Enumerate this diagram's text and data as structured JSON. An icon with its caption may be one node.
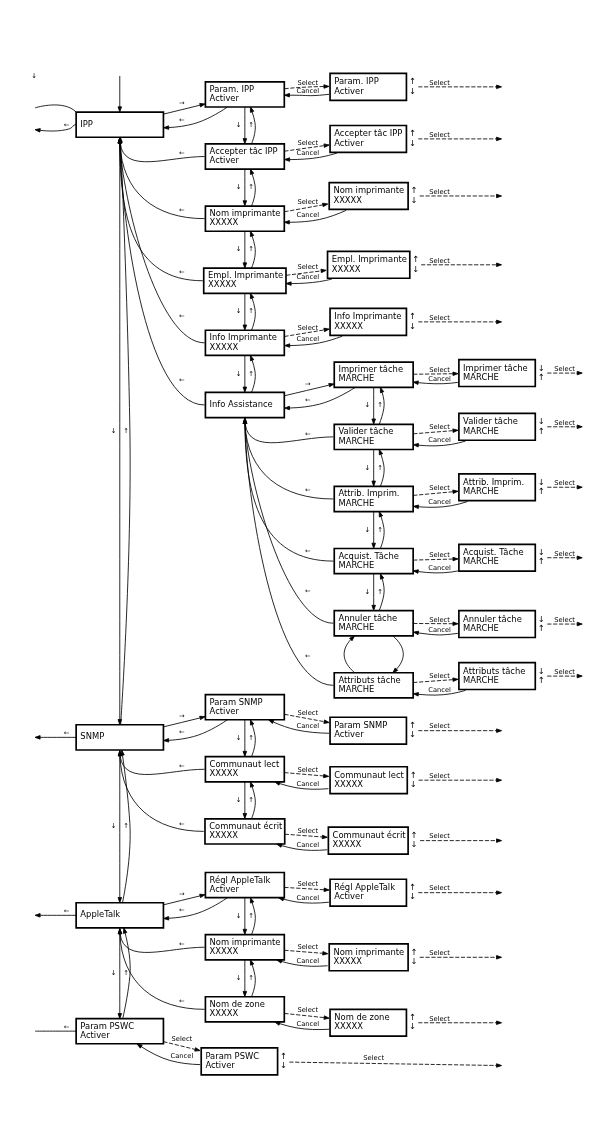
{
  "diagram": {
    "nodes": [
      {
        "text": [
          "IPP"
        ]
      },
      {
        "text": [
          "Param. IPP",
          "Activer"
        ]
      },
      {
        "text": [
          "Param. IPP",
          "Activer"
        ],
        "beside": [
          "↑",
          "↓"
        ]
      },
      {
        "text": [
          "Accepter tâc IPP",
          "Activer"
        ]
      },
      {
        "text": [
          "Accepter tâc IPP",
          "Activer"
        ],
        "beside": [
          "↑",
          "↓"
        ]
      },
      {
        "text": [
          "Nom imprimante",
          "XXXXX"
        ]
      },
      {
        "text": [
          "Nom imprimante",
          "XXXXX"
        ],
        "beside": [
          "↑",
          "↓"
        ]
      },
      {
        "text": [
          "Empl. Imprimante",
          "XXXXX"
        ]
      },
      {
        "text": [
          "Empl. Imprimante",
          "XXXXX"
        ],
        "beside": [
          "↑",
          "↓"
        ]
      },
      {
        "text": [
          "Info Imprimante",
          "XXXXX"
        ]
      },
      {
        "text": [
          "Info Imprimante",
          "XXXXX"
        ],
        "beside": [
          "↑",
          "↓"
        ]
      },
      {
        "text": [
          "Info Assistance"
        ]
      },
      {
        "text": [
          "Imprimer tâche",
          "MARCHE"
        ]
      },
      {
        "text": [
          "Imprimer tâche",
          "MARCHE"
        ],
        "beside": [
          "↓",
          "↑"
        ]
      },
      {
        "text": [
          "Valider tâche",
          "MARCHE"
        ]
      },
      {
        "text": [
          "Valider tâche",
          "MARCHE"
        ],
        "beside": [
          "↓",
          "↑"
        ]
      },
      {
        "text": [
          "Attrib. Imprim.",
          "MARCHE"
        ]
      },
      {
        "text": [
          "Attrib. Imprim.",
          "MARCHE"
        ],
        "beside": [
          "↓",
          "↑"
        ]
      },
      {
        "text": [
          "Acquist. Tâche",
          "MARCHE"
        ]
      },
      {
        "text": [
          "Acquist. Tâche",
          "MARCHE"
        ],
        "beside": [
          "↓",
          "↑"
        ]
      },
      {
        "text": [
          "Annuler tâche",
          "MARCHE"
        ]
      },
      {
        "text": [
          "Annuler tâche",
          "MARCHE"
        ],
        "beside": [
          "↓",
          "↑"
        ]
      },
      {
        "text": [
          "Attributs tâche",
          "MARCHE"
        ]
      },
      {
        "text": [
          "Attributs tâche",
          "MARCHE"
        ],
        "beside": [
          "↓",
          "↑"
        ]
      },
      {
        "text": [
          "SNMP"
        ]
      },
      {
        "text": [
          "Param SNMP",
          "Activer"
        ]
      },
      {
        "text": [
          "Param SNMP",
          "Activer"
        ],
        "beside": [
          "↑",
          "↓"
        ]
      },
      {
        "text": [
          "Communaut lect",
          "XXXXX"
        ]
      },
      {
        "text": [
          "Communaut lect",
          "XXXXX"
        ],
        "beside": [
          "↑",
          "↓"
        ]
      },
      {
        "text": [
          "Communaut écrit",
          "XXXXX"
        ]
      },
      {
        "text": [
          "Communaut écrit",
          "XXXXX"
        ],
        "beside": [
          "↑",
          "↓"
        ]
      },
      {
        "text": [
          "AppleTalk"
        ]
      },
      {
        "text": [
          "Régl AppleTalk",
          "Activer"
        ]
      },
      {
        "text": [
          "Régl AppleTalk",
          "Activer"
        ],
        "beside": [
          "↑",
          "↓"
        ]
      },
      {
        "text": [
          "Nom imprimante",
          "XXXXX"
        ]
      },
      {
        "text": [
          "Nom imprimante",
          "XXXXX"
        ],
        "beside": [
          "↑",
          "↓"
        ]
      },
      {
        "text": [
          "Nom de zone",
          "XXXXX"
        ]
      },
      {
        "text": [
          "Nom de zone",
          "XXXXX"
        ],
        "beside": [
          "↑",
          "↓"
        ]
      },
      {
        "text": [
          "Param PSWC",
          "Activer"
        ]
      },
      {
        "text": [
          "Param PSWC",
          "Activer"
        ],
        "beside": [
          "↑",
          "↓"
        ]
      }
    ],
    "edges": [
      {
        "from": 0,
        "to": null,
        "arrow": "none"
      },
      {
        "from": 0,
        "to": null,
        "arrow": "to",
        "label": "←"
      },
      {
        "from": null,
        "to": 0,
        "arrow": "to"
      },
      {
        "from": 0,
        "to": 1,
        "arrow": "to",
        "label": "→"
      },
      {
        "from": 1,
        "to": 0,
        "arrow": "to",
        "label": "←"
      },
      {
        "from": 1,
        "to": 2,
        "arrow": "to",
        "label": "Select",
        "style": "dashed"
      },
      {
        "from": 2,
        "to": 1,
        "arrow": "to",
        "label": "Cancel"
      },
      {
        "from": 2,
        "to": null,
        "arrow": "to",
        "label": "Select",
        "style": "dashed"
      },
      {
        "from": 1,
        "to": 3,
        "arrow": "to",
        "label": "↓"
      },
      {
        "from": 3,
        "to": 1,
        "arrow": "to",
        "label": "↑"
      },
      {
        "from": 3,
        "to": 0,
        "arrow": "to",
        "label": "←"
      },
      {
        "from": 3,
        "to": 4,
        "arrow": "to",
        "label": "Select",
        "style": "dashed"
      },
      {
        "from": 4,
        "to": 3,
        "arrow": "to",
        "label": "Cancel"
      },
      {
        "from": 4,
        "to": null,
        "arrow": "to",
        "label": "Select",
        "style": "dashed"
      },
      {
        "from": 3,
        "to": 5,
        "arrow": "to",
        "label": "↓"
      },
      {
        "from": 5,
        "to": 3,
        "arrow": "to",
        "label": "↑"
      },
      {
        "from": 5,
        "to": 0,
        "arrow": "to",
        "label": "←"
      },
      {
        "from": 5,
        "to": 6,
        "arrow": "to",
        "label": "Select",
        "style": "dashed"
      },
      {
        "from": 6,
        "to": 5,
        "arrow": "to",
        "label": "Cancel"
      },
      {
        "from": 6,
        "to": null,
        "arrow": "to",
        "label": "Select",
        "style": "dashed"
      },
      {
        "from": 5,
        "to": 7,
        "arrow": "to",
        "label": "↓"
      },
      {
        "from": 7,
        "to": 5,
        "arrow": "to",
        "label": "↑"
      },
      {
        "from": 7,
        "to": 0,
        "arrow": "to",
        "label": "←"
      },
      {
        "from": 7,
        "to": 8,
        "arrow": "to",
        "label": "Select",
        "style": "dashed"
      },
      {
        "from": 8,
        "to": 7,
        "arrow": "to",
        "label": "Cancel"
      },
      {
        "from": 8,
        "to": null,
        "arrow": "to",
        "label": "Select",
        "style": "dashed"
      },
      {
        "from": 7,
        "to": 9,
        "arrow": "to",
        "label": "↓"
      },
      {
        "from": 9,
        "to": 7,
        "arrow": "to",
        "label": "↑"
      },
      {
        "from": 9,
        "to": 0,
        "arrow": "to",
        "label": "←"
      },
      {
        "from": 9,
        "to": 10,
        "arrow": "to",
        "label": "Select",
        "style": "dashed"
      },
      {
        "from": 10,
        "to": 9,
        "arrow": "to",
        "label": "Cancel"
      },
      {
        "from": 10,
        "to": null,
        "arrow": "to",
        "label": "Select",
        "style": "dashed"
      },
      {
        "from": 9,
        "to": 11,
        "arrow": "to",
        "label": "↓"
      },
      {
        "from": 11,
        "to": 9,
        "arrow": "to",
        "label": "↑"
      },
      {
        "from": 11,
        "to": 0,
        "arrow": "to",
        "label": "←"
      },
      {
        "from": 11,
        "to": 12,
        "arrow": "to",
        "label": "→"
      },
      {
        "from": 12,
        "to": 11,
        "arrow": "to",
        "label": "←"
      },
      {
        "from": 12,
        "to": 13,
        "arrow": "to",
        "label": "Select",
        "style": "dashed"
      },
      {
        "from": 13,
        "to": 12,
        "arrow": "to",
        "label": "Cancel"
      },
      {
        "from": 13,
        "to": null,
        "arrow": "to",
        "label": "Select",
        "style": "dashed"
      },
      {
        "from": 12,
        "to": 14,
        "arrow": "to",
        "label": "↓"
      },
      {
        "from": 14,
        "to": 12,
        "arrow": "to",
        "label": "↑"
      },
      {
        "from": 14,
        "to": 11,
        "arrow": "to",
        "label": "←"
      },
      {
        "from": 14,
        "to": 15,
        "arrow": "to",
        "label": "Select",
        "style": "dashed"
      },
      {
        "from": 15,
        "to": 14,
        "arrow": "to",
        "label": "Cancel"
      },
      {
        "from": 15,
        "to": null,
        "arrow": "to",
        "label": "Select",
        "style": "dashed"
      },
      {
        "from": 14,
        "to": 16,
        "arrow": "to",
        "label": "↓"
      },
      {
        "from": 16,
        "to": 14,
        "arrow": "to",
        "label": "↑"
      },
      {
        "from": 16,
        "to": 11,
        "arrow": "to",
        "label": "←"
      },
      {
        "from": 16,
        "to": 17,
        "arrow": "to",
        "label": "Select",
        "style": "dashed"
      },
      {
        "from": 17,
        "to": 16,
        "arrow": "to",
        "label": "Cancel"
      },
      {
        "from": 17,
        "to": null,
        "arrow": "to",
        "label": "Select",
        "style": "dashed"
      },
      {
        "from": 16,
        "to": 18,
        "arrow": "to",
        "label": "↓"
      },
      {
        "from": 18,
        "to": 16,
        "arrow": "to",
        "label": "↑"
      },
      {
        "from": 18,
        "to": 11,
        "arrow": "to",
        "label": "←"
      },
      {
        "from": 18,
        "to": 19,
        "arrow": "to",
        "label": "Select",
        "style": "dashed"
      },
      {
        "from": 19,
        "to": 18,
        "arrow": "to",
        "label": "Cancel"
      },
      {
        "from": 19,
        "to": null,
        "arrow": "to",
        "label": "Select",
        "style": "dashed"
      },
      {
        "from": 18,
        "to": 20,
        "arrow": "to",
        "label": "↓"
      },
      {
        "from": 20,
        "to": 18,
        "arrow": "to",
        "label": "↑"
      },
      {
        "from": 20,
        "to": 11,
        "arrow": "to",
        "label": "←"
      },
      {
        "from": 20,
        "to": 21,
        "arrow": "to",
        "label": "Select",
        "style": "dashed"
      },
      {
        "from": 21,
        "to": 20,
        "arrow": "to",
        "label": "Cancel"
      },
      {
        "from": 21,
        "to": null,
        "arrow": "to",
        "label": "Select",
        "style": "dashed"
      },
      {
        "from": 20,
        "to": 22,
        "arrow": "to"
      },
      {
        "from": 22,
        "to": 20,
        "arrow": "to"
      },
      {
        "from": 22,
        "to": 11,
        "arrow": "to",
        "label": "←"
      },
      {
        "from": 22,
        "to": 23,
        "arrow": "to",
        "label": "Select",
        "style": "dashed"
      },
      {
        "from": 23,
        "to": 22,
        "arrow": "to",
        "label": "Cancel"
      },
      {
        "from": 23,
        "to": null,
        "arrow": "to",
        "label": "Select",
        "style": "dashed"
      },
      {
        "from": 0,
        "to": 24,
        "arrow": "to",
        "label": "↓"
      },
      {
        "from": 24,
        "to": 0,
        "arrow": "to",
        "label": "↑"
      },
      {
        "from": 24,
        "to": null,
        "arrow": "to",
        "label": "←"
      },
      {
        "from": 24,
        "to": 25,
        "arrow": "to",
        "label": "→"
      },
      {
        "from": 25,
        "to": 24,
        "arrow": "to",
        "label": "←"
      },
      {
        "from": 25,
        "to": 26,
        "arrow": "to",
        "label": "Select",
        "style": "dashed"
      },
      {
        "from": 26,
        "to": 25,
        "arrow": "to",
        "label": "Cancel"
      },
      {
        "from": 26,
        "to": null,
        "arrow": "to",
        "label": "Select",
        "style": "dashed"
      },
      {
        "from": 25,
        "to": 27,
        "arrow": "to",
        "label": "↓"
      },
      {
        "from": 27,
        "to": 25,
        "arrow": "to",
        "label": "↑"
      },
      {
        "from": 27,
        "to": 24,
        "arrow": "to",
        "label": "←"
      },
      {
        "from": 27,
        "to": 28,
        "arrow": "to",
        "label": "Select",
        "style": "dashed"
      },
      {
        "from": 28,
        "to": 27,
        "arrow": "to",
        "label": "Cancel"
      },
      {
        "from": 28,
        "to": null,
        "arrow": "to",
        "label": "Select",
        "style": "dashed"
      },
      {
        "from": 27,
        "to": 29,
        "arrow": "to",
        "label": "↓"
      },
      {
        "from": 29,
        "to": 27,
        "arrow": "to",
        "label": "↑"
      },
      {
        "from": 29,
        "to": 24,
        "arrow": "to",
        "label": "←"
      },
      {
        "from": 29,
        "to": 30,
        "arrow": "to",
        "label": "Select",
        "style": "dashed"
      },
      {
        "from": 30,
        "to": 29,
        "arrow": "to",
        "label": "Cancel"
      },
      {
        "from": 30,
        "to": null,
        "arrow": "to",
        "label": "Select",
        "style": "dashed"
      },
      {
        "from": 24,
        "to": 31,
        "arrow": "to",
        "label": "↓"
      },
      {
        "from": 31,
        "to": 24,
        "arrow": "to",
        "label": "↑"
      },
      {
        "from": 31,
        "to": null,
        "arrow": "to",
        "label": "←"
      },
      {
        "from": 31,
        "to": 32,
        "arrow": "to",
        "label": "→"
      },
      {
        "from": 32,
        "to": 31,
        "arrow": "to",
        "label": "←"
      },
      {
        "from": 32,
        "to": 33,
        "arrow": "to",
        "label": "Select",
        "style": "dashed"
      },
      {
        "from": 33,
        "to": 32,
        "arrow": "to",
        "label": "Cancel"
      },
      {
        "from": 33,
        "to": null,
        "arrow": "to",
        "label": "Select",
        "style": "dashed"
      },
      {
        "from": 32,
        "to": 34,
        "arrow": "to",
        "label": "↓"
      },
      {
        "from": 34,
        "to": 32,
        "arrow": "to",
        "label": "↑"
      },
      {
        "from": 34,
        "to": 31,
        "arrow": "to",
        "label": "←"
      },
      {
        "from": 34,
        "to": 35,
        "arrow": "to",
        "label": "Select",
        "style": "dashed"
      },
      {
        "from": 35,
        "to": 34,
        "arrow": "to",
        "label": "Cancel"
      },
      {
        "from": 35,
        "to": null,
        "arrow": "to",
        "label": "Select",
        "style": "dashed"
      },
      {
        "from": 34,
        "to": 36,
        "arrow": "to",
        "label": "↓"
      },
      {
        "from": 36,
        "to": 34,
        "arrow": "to",
        "label": "↑"
      },
      {
        "from": 36,
        "to": 31,
        "arrow": "to",
        "label": "←"
      },
      {
        "from": 36,
        "to": 37,
        "arrow": "to",
        "label": "Select",
        "style": "dashed"
      },
      {
        "from": 37,
        "to": 36,
        "arrow": "to",
        "label": "Cancel"
      },
      {
        "from": 37,
        "to": null,
        "arrow": "to",
        "label": "Select",
        "style": "dashed"
      },
      {
        "from": 31,
        "to": 38,
        "arrow": "to",
        "label": "↓"
      },
      {
        "from": 38,
        "to": 31,
        "arrow": "to",
        "label": "↑"
      },
      {
        "from": 38,
        "to": null,
        "arrow": "none",
        "label": "←"
      },
      {
        "from": 38,
        "to": 39,
        "arrow": "to",
        "label": "Select",
        "style": "dashed"
      },
      {
        "from": 39,
        "to": 38,
        "arrow": "to",
        "label": "Cancel"
      },
      {
        "from": 39,
        "to": null,
        "arrow": "to",
        "label": "Select",
        "style": "dashed"
      }
    ],
    "labels": [
      "↓"
    ]
  }
}
